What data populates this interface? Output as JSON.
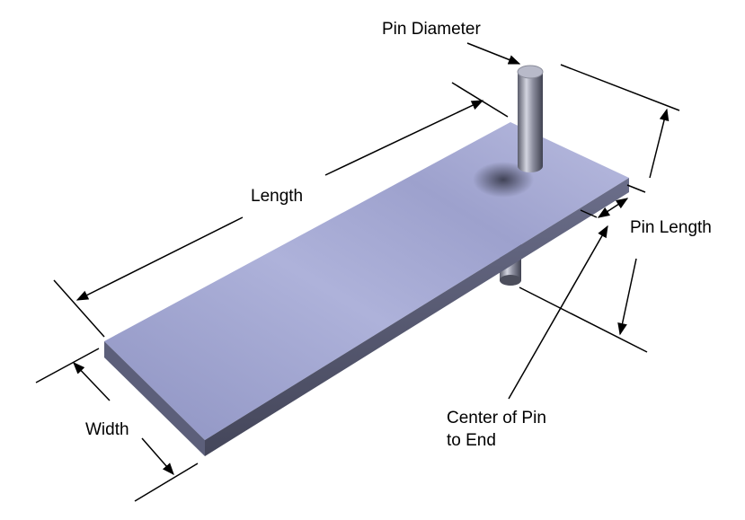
{
  "diagram": {
    "labels": {
      "pin_diameter": "Pin Diameter",
      "length": "Length",
      "pin_length": "Pin Length",
      "width": "Width",
      "center_line1": "Center of Pin",
      "center_line2": "to End"
    },
    "colors": {
      "plate_top_light": "#b7bbe0",
      "plate_top_dark": "#7c81b0",
      "plate_edge": "#55586f",
      "pin_light": "#c9cbd9",
      "pin_dark": "#4a4c5c",
      "line": "#000000",
      "background": "#ffffff"
    }
  }
}
